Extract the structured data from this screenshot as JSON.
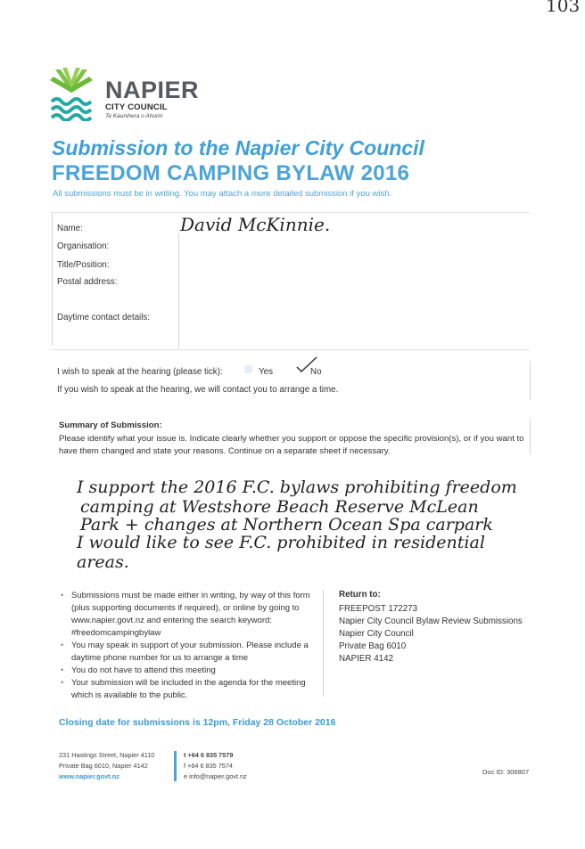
{
  "page_number": "103",
  "logo": {
    "name": "NAPIER",
    "sub": "CITY COUNCIL",
    "maori": "Te Kaunihera o Ahuriri"
  },
  "title": {
    "line1": "Submission to the Napier City Council",
    "line2": "FREEDOM CAMPING BYLAW 2016"
  },
  "intro": "All submissions must be in writing. You may attach a more detailed submission if you wish.",
  "form": {
    "name_label": "Name:",
    "name_value": "David McKinnie.",
    "organisation_label": "Organisation:",
    "title_label": "Title/Position:",
    "postal_label": "Postal address:",
    "daytime_label": "Daytime contact details:"
  },
  "hearing": {
    "question": "I wish to speak at the hearing (please tick):",
    "yes": "Yes",
    "no": "No",
    "note": "If you wish to speak at the hearing, we will contact you to arrange a time."
  },
  "summary": {
    "heading": "Summary of Submission:",
    "instructions": "Please identify what your issue is. Indicate clearly whether you support or oppose the specific provision(s), or if you want to have them changed and state your reasons. Continue on a separate sheet if necessary.",
    "handwritten": [
      "I support the 2016 F.C. bylaws prohibiting freedom",
      "camping at Westshore Beach Reserve McLean",
      "Park + changes at Northern Ocean Spa carpark",
      "I would like to see F.C. prohibited in residential",
      "areas."
    ]
  },
  "bullets": [
    "Submissions must be made either in writing, by way of this form (plus supporting documents if required), or online by going to www.napier.govt.nz and entering the search keyword: #freedomcampingbylaw",
    "You may speak in support of your submission. Please include a daytime phone number for us to arrange a time",
    "You do not have to attend this meeting",
    "Your submission will be included in the agenda for the meeting which is available to the public."
  ],
  "return": {
    "heading": "Return to:",
    "lines": [
      "FREEPOST 172273",
      "Napier City Council Bylaw Review Submissions",
      "Napier City Council",
      "Private Bag 6010",
      "NAPIER 4142"
    ]
  },
  "closing": "Closing date for submissions is 12pm, Friday 28 October 2016",
  "footer": {
    "address1": "231 Hastings Street, Napier 4110",
    "address2": "Private Bag 6010, Napier 4142",
    "website": "www.napier.govt.nz",
    "tel": "t +64 6 835 7579",
    "fax": "f +64 6 835 7574",
    "email": "e info@napier.govt.nz",
    "doc_id": "Doc ID: 306807"
  },
  "colors": {
    "brand_blue": "#4aa4d8",
    "logo_green": "#7ec242",
    "logo_teal": "#22a9a4"
  }
}
